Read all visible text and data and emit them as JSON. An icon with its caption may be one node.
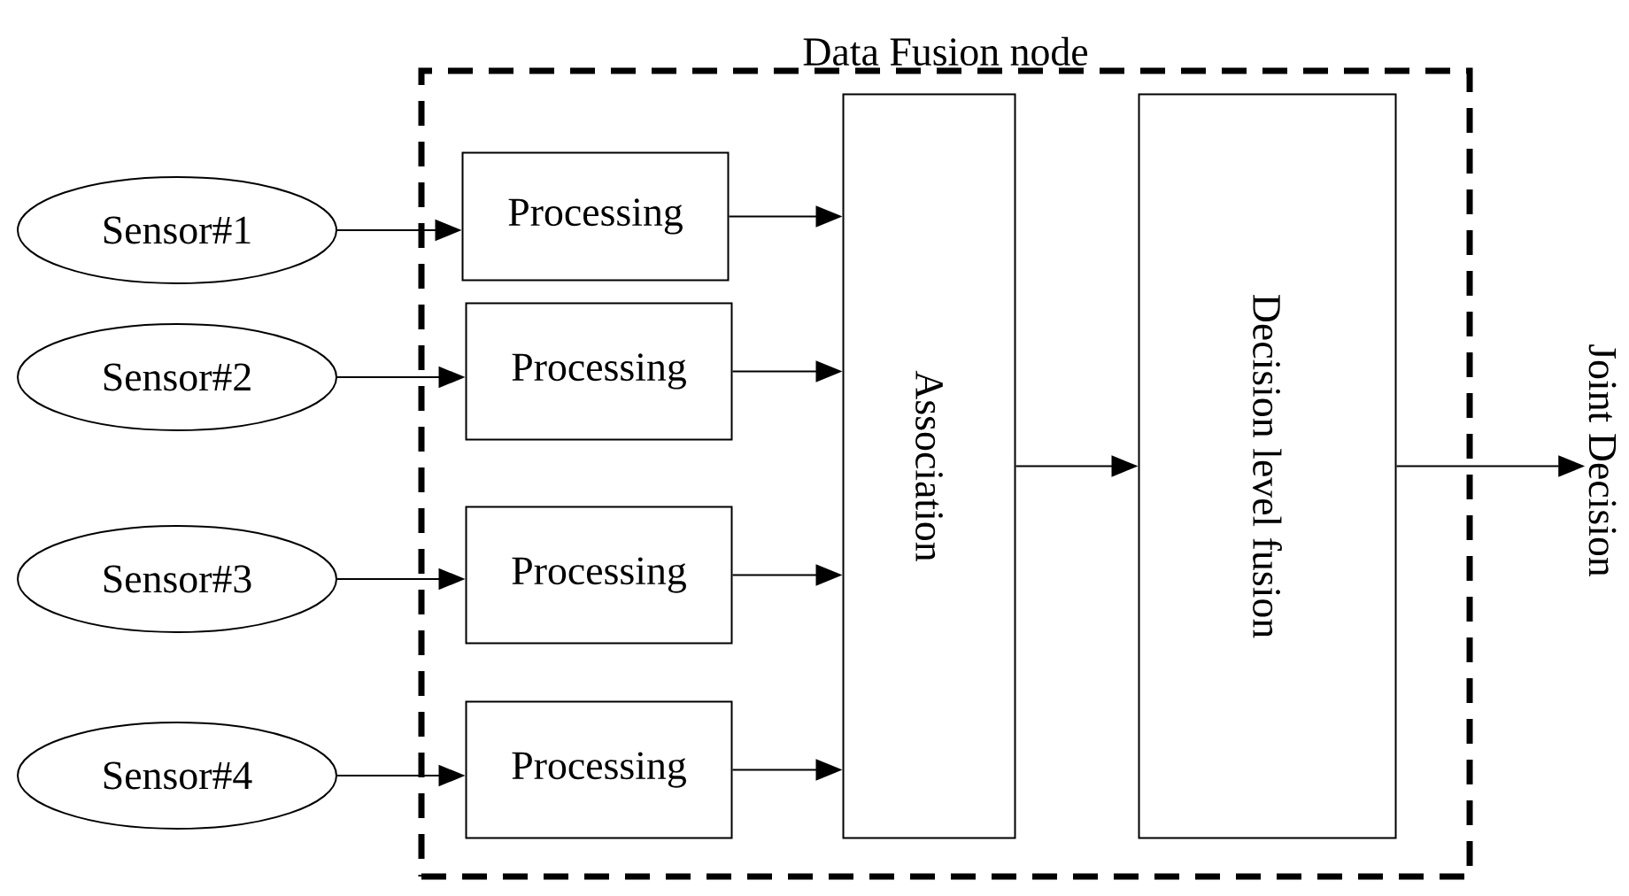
{
  "diagram": {
    "nodes": [
      {
        "text": [
          "Data Fusion node"
        ]
      },
      {
        "text": [
          "Sensor#1"
        ]
      },
      {
        "text": [
          "Sensor#2"
        ]
      },
      {
        "text": [
          "Sensor#3"
        ]
      },
      {
        "text": [
          "Sensor#4"
        ]
      },
      {
        "text": [
          "Processing"
        ],
        "in": 0
      },
      {
        "text": [
          "Processing"
        ],
        "in": 0
      },
      {
        "text": [
          "Processing"
        ],
        "in": 0
      },
      {
        "text": [
          "Processing"
        ],
        "in": 0
      },
      {
        "text": [
          "Association"
        ],
        "in": 0
      },
      {
        "text": [
          "Decision level fusion"
        ],
        "in": 0
      },
      {
        "text": [
          "Joint Decision"
        ]
      }
    ],
    "edges": [
      {
        "from": 1,
        "to": 5,
        "arrow": "to"
      },
      {
        "from": 2,
        "to": 6,
        "arrow": "to"
      },
      {
        "from": 3,
        "to": 7,
        "arrow": "to"
      },
      {
        "from": 4,
        "to": 8,
        "arrow": "to"
      },
      {
        "from": 5,
        "to": 9,
        "arrow": "to"
      },
      {
        "from": 6,
        "to": 9,
        "arrow": "to"
      },
      {
        "from": 7,
        "to": 9,
        "arrow": "to"
      },
      {
        "from": 8,
        "to": 9,
        "arrow": "to"
      },
      {
        "from": 9,
        "to": 10,
        "arrow": "to"
      },
      {
        "from": 10,
        "to": 11,
        "arrow": "to"
      }
    ]
  }
}
